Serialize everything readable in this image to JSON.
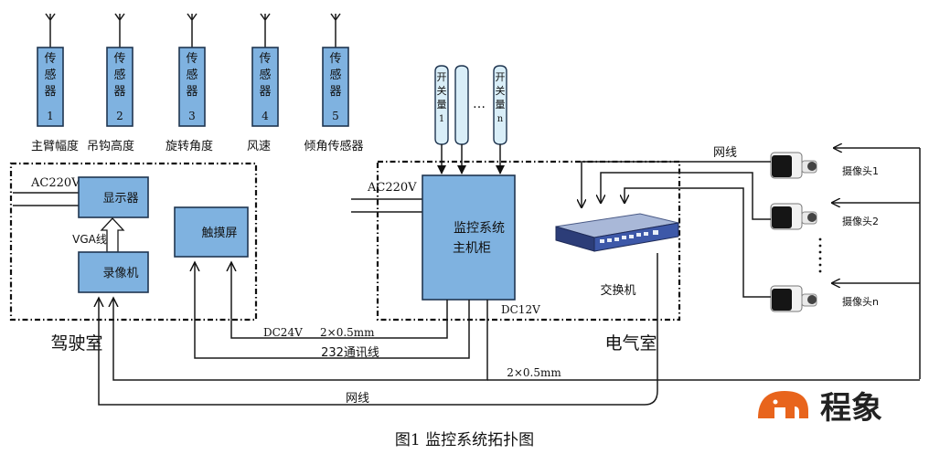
{
  "sensors": [
    {
      "box": "传感器1",
      "caption": "主臂幅度"
    },
    {
      "box": "传感器2",
      "caption": "吊钩高度"
    },
    {
      "box": "传感器3",
      "caption": "旋转角度"
    },
    {
      "box": "传感器4",
      "caption": "风速"
    },
    {
      "box": "传感器5",
      "caption": "倾角传感器"
    }
  ],
  "switches": [
    "开关量1",
    "开关量n"
  ],
  "switch_dots": "…",
  "cab": {
    "title": "驾驶室",
    "display": "显示器",
    "recorder": "录像机",
    "touch": "触摸屏",
    "ac": "AC220V",
    "vga": "VGA线"
  },
  "electrical": {
    "title": "电气室",
    "host_line1": "监控系统",
    "host_line2": "主机柜",
    "ac": "AC220V",
    "dc12": "DC12V",
    "switch_label": "交换机",
    "net_label": "网线"
  },
  "cameras": [
    "摄像头1",
    "摄像头2",
    "摄像头n"
  ],
  "wires": {
    "dc24": "DC24V",
    "cable1": "2×0.5mm",
    "rs232": "232通讯线",
    "cable2": "2×0.5mm",
    "net_bottom": "网线"
  },
  "logo": "程象",
  "caption": "图1  监控系统拓扑图",
  "colors": {
    "box": "#7fb2e0",
    "logo": "#e8641c"
  }
}
